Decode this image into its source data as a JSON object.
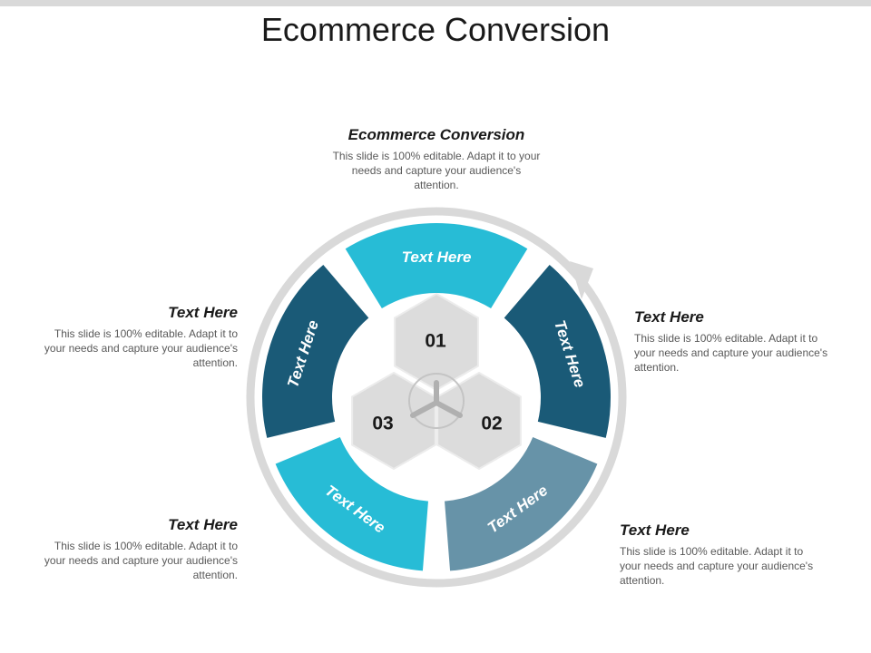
{
  "slide": {
    "title": "Ecommerce Conversion"
  },
  "callouts": {
    "top": {
      "heading": "Ecommerce Conversion",
      "body": "This slide is 100% editable. Adapt it to your needs and capture your audience's attention."
    },
    "upper_left": {
      "heading": "Text Here",
      "body": "This slide is 100% editable. Adapt it to your needs and capture your audience's attention."
    },
    "upper_right": {
      "heading": "Text Here",
      "body": "This slide is 100% editable. Adapt it to your needs and capture your audience's attention."
    },
    "lower_left": {
      "heading": "Text Here",
      "body": "This slide is 100% editable. Adapt it to your needs and capture your audience's attention."
    },
    "lower_right": {
      "heading": "Text Here",
      "body": "This slide is 100% editable. Adapt it to your needs and capture your audience's attention."
    }
  },
  "cycle": {
    "segments": [
      {
        "label": "Text Here",
        "color": "#27bcd6"
      },
      {
        "label": "Text Here",
        "color": "#1a5a77"
      },
      {
        "label": "Text Here",
        "color": "#6793a8"
      },
      {
        "label": "Text Here",
        "color": "#27bcd6"
      },
      {
        "label": "Text Here",
        "color": "#1a5a77"
      }
    ],
    "ring_color": "#d9d9d9",
    "arrow_icon": "clockwise-arrow-icon"
  },
  "hexagons": [
    {
      "number": "01"
    },
    {
      "number": "02"
    },
    {
      "number": "03"
    }
  ]
}
